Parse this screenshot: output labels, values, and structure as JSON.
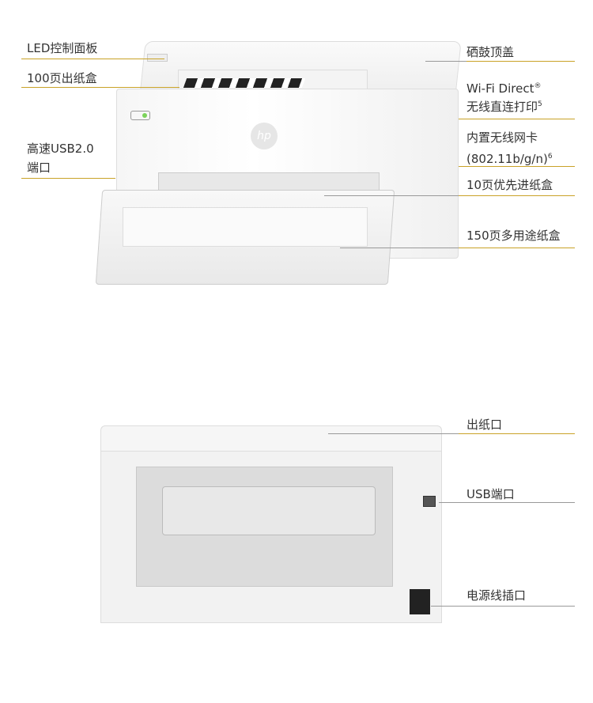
{
  "front_view": {
    "left_labels": [
      {
        "id": "led",
        "text": "LED控制面板"
      },
      {
        "id": "output",
        "text": "100页出纸盒"
      },
      {
        "id": "usb",
        "line1": "高速USB2.0",
        "line2": "端口"
      }
    ],
    "right_labels": [
      {
        "id": "cover",
        "text": "硒鼓顶盖"
      },
      {
        "id": "wifi-direct",
        "line1": "Wi-Fi Direct",
        "line1_sup": "®",
        "line2": "无线直连打印",
        "line2_sup": "5"
      },
      {
        "id": "wireless",
        "line1": "内置无线网卡",
        "line2": "(802.11b/g/n)",
        "line2_sup": "6"
      },
      {
        "id": "priority",
        "text": "10页优先进纸盒"
      },
      {
        "id": "multi",
        "text": "150页多用途纸盒"
      }
    ],
    "logo": "hp"
  },
  "rear_view": {
    "labels": [
      {
        "id": "exit",
        "text": "出纸口"
      },
      {
        "id": "usb-port",
        "text": "USB端口"
      },
      {
        "id": "power",
        "text": "电源线插口"
      }
    ]
  },
  "colors": {
    "accent": "#c9a227",
    "leader": "#999999"
  }
}
